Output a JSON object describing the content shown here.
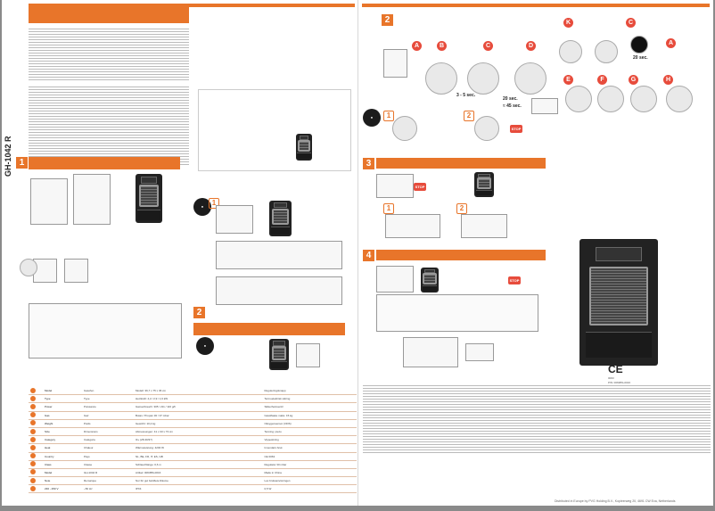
{
  "document": {
    "model": "GH-1042 R",
    "section_numbers": [
      "1",
      "2",
      "3",
      "4"
    ],
    "step_numbers": [
      "1",
      "2"
    ],
    "letters": [
      "A",
      "B",
      "C",
      "D",
      "E",
      "F",
      "G",
      "H",
      "K",
      "C"
    ],
    "timers": [
      "3 - 5 sec.",
      "20 sec.",
      "≈ 45 sec.",
      "20 sec."
    ],
    "stop_label": "STOP",
    "ce_mark": "CE",
    "ce_code": "0063",
    "pin_code": "PIN: 0063BS-0016",
    "specs_rows": [
      {
        "label": "Model",
        "values": [
          "Gasofen",
          "Modell: 36,7 x 75 x 36 cm",
          "Reguleringsknapp"
        ]
      },
      {
        "label": "Type",
        "values": [
          "Type",
          "Heizkraft: 4,2 / 2,9 / 1,6 kW",
          "Termoelektrisk sikring"
        ]
      },
      {
        "label": "Power",
        "values": [
          "Puissance",
          "Gasverbrauch: 305 / 211 / 116 g/h",
          "Sikkerhetsventil"
        ]
      },
      {
        "label": "Gas",
        "values": [
          "Gaz",
          "Butan / Propan 30 / 37 mbar",
          "Gassflaske maks. 15 kg"
        ]
      },
      {
        "label": "Weight",
        "values": [
          "Poids",
          "Gewicht: 10,2 kg",
          "Oksygensensor (ODS)"
        ]
      },
      {
        "label": "Size",
        "values": [
          "Dimensions",
          "Abmessungen: 41 x 33 x 73 cm",
          "Tenning: piezo"
        ]
      },
      {
        "label": "Category",
        "values": [
          "Catégorie",
          "I3+ (28-30/37)",
          "Vippesikring"
        ]
      },
      {
        "label": "Heat",
        "values": [
          "Chaleur",
          "Wärmeleistung: 4200 W",
          "Innendørs bruk"
        ]
      },
      {
        "label": "Country",
        "values": [
          "Pays",
          "NL, BE, FR, IT, ES, GB",
          "CE 0063"
        ]
      },
      {
        "label": "Class",
        "values": [
          "Classe",
          "Schlauchlänge: 0,6 m",
          "Regulator 30 mbar"
        ]
      },
      {
        "label": "Model",
        "values": [
          "GH-1042 R",
          "Artikel: 0063BS-0016",
          "Made in China"
        ]
      },
      {
        "label": "Note",
        "values": [
          "Remarque",
          "Nur für gut belüftete Räume",
          "Les bruksanvisningen"
        ]
      },
      {
        "label": "230 - 250 V",
        "values": [
          "~50 Hz",
          "IPX4",
          "0,5 W"
        ]
      }
    ],
    "footer": "Distributed in Europe by PVG Holding B.V., Kopieerweg 20, 4691 CW Eva, Netherlands"
  }
}
